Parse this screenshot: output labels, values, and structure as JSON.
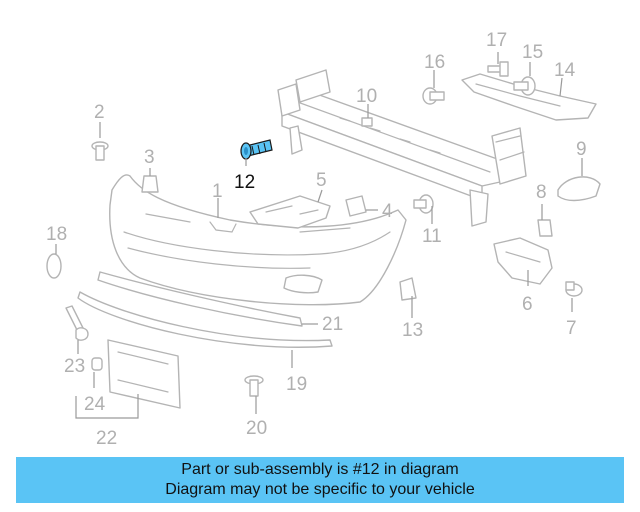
{
  "diagram": {
    "highlight_color": "#5ac4f5",
    "line_color": "#b4b4b4",
    "callouts": {
      "c1": "1",
      "c2": "2",
      "c3": "3",
      "c4": "4",
      "c5": "5",
      "c6": "6",
      "c7": "7",
      "c8": "8",
      "c9": "9",
      "c10": "10",
      "c11": "11",
      "c12": "12",
      "c13": "13",
      "c14": "14",
      "c15": "15",
      "c16": "16",
      "c17": "17",
      "c18": "18",
      "c19": "19",
      "c20": "20",
      "c21": "21",
      "c22": "22",
      "c23": "23",
      "c24": "24"
    }
  },
  "footer": {
    "line1": "Part or sub-assembly is #12 in diagram",
    "line2": "Diagram may not be specific to your vehicle",
    "background": "#5ac4f5"
  }
}
